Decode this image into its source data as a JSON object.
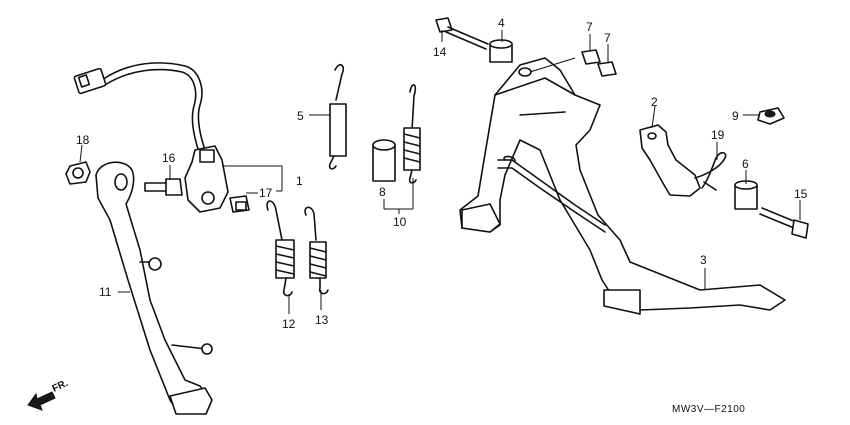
{
  "callouts": {
    "c1": "1",
    "c2": "2",
    "c3": "3",
    "c4": "4",
    "c5": "5",
    "c6": "6",
    "c7a": "7",
    "c7b": "7",
    "c8": "8",
    "c9": "9",
    "c10": "10",
    "c11": "11",
    "c12": "12",
    "c13": "13",
    "c14": "14",
    "c15": "15",
    "c16": "16",
    "c17": "17",
    "c18": "18",
    "c19": "19"
  },
  "direction_label": "FR.",
  "diagram_code": "MW3V—F2100",
  "parts": {
    "p1": "switch-assy",
    "p2": "stand-bracket",
    "p3": "main-stand",
    "p4": "collar",
    "p5": "spring",
    "p6": "collar",
    "p7": "nut",
    "p8": "collar",
    "p9": "nut",
    "p10": "spring-set",
    "p11": "side-stand",
    "p12": "spring",
    "p13": "spring",
    "p14": "bolt",
    "p15": "bolt",
    "p16": "bolt",
    "p17": "bolt",
    "p18": "nut",
    "p19": "clip"
  }
}
